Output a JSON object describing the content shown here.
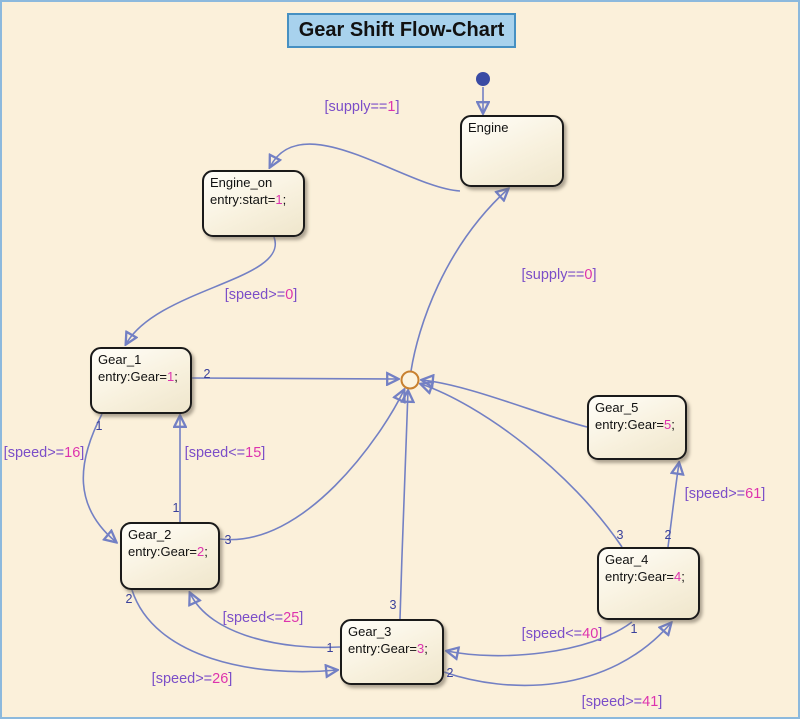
{
  "title": "Gear Shift Flow-Chart",
  "states": {
    "engine": {
      "name": "Engine"
    },
    "engine_on": {
      "name": "Engine_on",
      "entry": {
        "pre": "entry:start=",
        "val": "1",
        "post": ";"
      }
    },
    "gear1": {
      "name": "Gear_1",
      "entry": {
        "pre": "entry:Gear=",
        "val": "1",
        "post": ";"
      }
    },
    "gear2": {
      "name": "Gear_2",
      "entry": {
        "pre": "entry:Gear=",
        "val": "2",
        "post": ";"
      }
    },
    "gear3": {
      "name": "Gear_3",
      "entry": {
        "pre": "entry:Gear=",
        "val": "3",
        "post": ";"
      }
    },
    "gear4": {
      "name": "Gear_4",
      "entry": {
        "pre": "entry:Gear=",
        "val": "4",
        "post": ";"
      }
    },
    "gear5": {
      "name": "Gear_5",
      "entry": {
        "pre": "entry:Gear=",
        "val": "5",
        "post": ";"
      }
    }
  },
  "conditions": {
    "supply_on": {
      "pre": "[supply==",
      "val": "1",
      "post": "]"
    },
    "speed_ge_0": {
      "pre": "[speed>=",
      "val": "0",
      "post": "]"
    },
    "supply_off": {
      "pre": "[supply==",
      "val": "0",
      "post": "]"
    },
    "speed_ge_16": {
      "pre": "[speed>=",
      "val": "16",
      "post": "]"
    },
    "speed_le_15": {
      "pre": "[speed<=",
      "val": "15",
      "post": "]"
    },
    "speed_le_25": {
      "pre": "[speed<=",
      "val": "25",
      "post": "]"
    },
    "speed_ge_26": {
      "pre": "[speed>=",
      "val": "26",
      "post": "]"
    },
    "speed_le_40": {
      "pre": "[speed<=",
      "val": "40",
      "post": "]"
    },
    "speed_ge_41": {
      "pre": "[speed>=",
      "val": "41",
      "post": "]"
    },
    "speed_ge_61": {
      "pre": "[speed>=",
      "val": "61",
      "post": "]"
    }
  },
  "transition_numbers": {
    "gear1_to_junction": "2",
    "gear1_to_gear2": "1",
    "gear2_to_gear1": "1",
    "gear2_to_junction": "3",
    "gear2_to_gear3": "2",
    "gear3_to_gear2": "1",
    "gear3_to_junction": "3",
    "gear3_to_gear4": "2",
    "gear4_to_gear3": "1",
    "gear4_to_junction": "3",
    "gear4_to_gear5": "2"
  },
  "colors": {
    "background": "#FBF0DA",
    "canvas_border": "#8CB9DD",
    "title_fill": "#A8D2ED",
    "title_border": "#4690C2",
    "wire_blue": "#7380C4",
    "number_navy": "#39409B",
    "condition_purple": "#7B4EC8",
    "value_magenta": "#DD33AE",
    "junction_orange": "#C8802F",
    "initial_dot_navy": "#3A4BA4",
    "state_border": "#1A1A1A"
  }
}
